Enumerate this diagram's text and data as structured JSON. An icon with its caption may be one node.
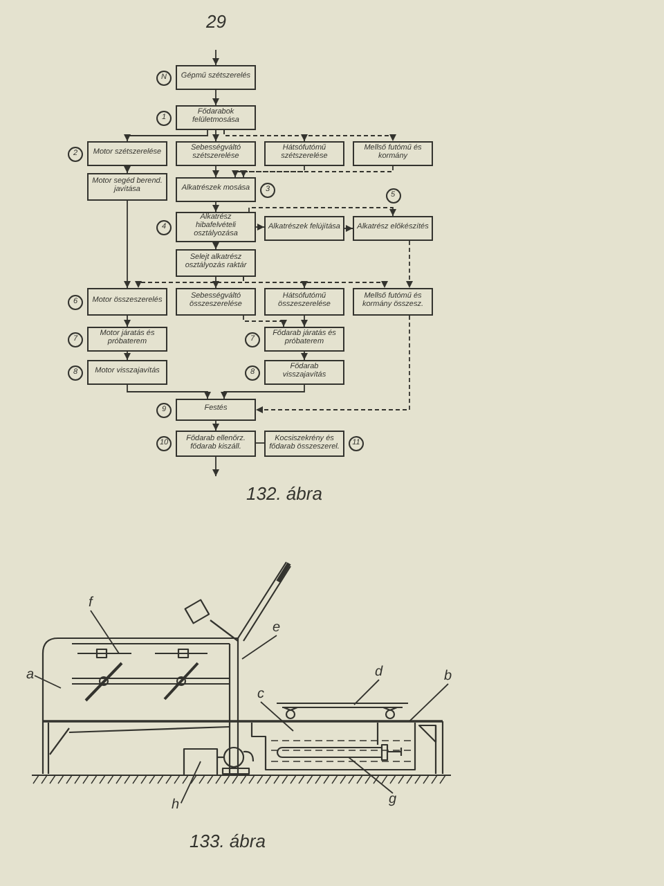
{
  "diagram": {
    "nodes": [
      {
        "text": [
          "Gépmű szétszerelés"
        ],
        "beside": [
          "N"
        ]
      },
      {
        "text": [
          "Fődarabok felületmosása"
        ],
        "beside": [
          "1"
        ]
      },
      {
        "text": [
          "Motor szétszerelése"
        ],
        "beside": [
          "2"
        ]
      },
      {
        "text": [
          "Sebességváltó szétszerelése"
        ]
      },
      {
        "text": [
          "Hátsófutómű szétszerelése"
        ]
      },
      {
        "text": [
          "Mellső futómű és kormány"
        ]
      },
      {
        "text": [
          "Motor segéd berend. javítása"
        ]
      },
      {
        "text": [
          "Alkatrészek mosása"
        ],
        "beside": [
          "3"
        ]
      },
      {
        "text": [
          "Alkatrész hibafelvételi osztályozása"
        ],
        "beside": [
          "4"
        ]
      },
      {
        "text": [
          "Alkatrészek felújítása"
        ]
      },
      {
        "text": [
          "Alkatrész előkészítés"
        ],
        "beside": [
          "5"
        ]
      },
      {
        "text": [
          "Selejt alkatrész osztályozás raktár"
        ]
      },
      {
        "text": [
          "Motor összeszerelés"
        ],
        "beside": [
          "6"
        ]
      },
      {
        "text": [
          "Sebességváltó összeszerelése"
        ]
      },
      {
        "text": [
          "Hátsófutómű összeszerelése"
        ]
      },
      {
        "text": [
          "Mellső futómű és kormány összesz."
        ]
      },
      {
        "text": [
          "Motor járatás és próbaterem"
        ],
        "beside": [
          "7"
        ]
      },
      {
        "text": [
          "Fődarab járatás és próbaterem"
        ],
        "beside": [
          "7"
        ]
      },
      {
        "text": [
          "Motor visszajavítás"
        ],
        "beside": [
          "8"
        ]
      },
      {
        "text": [
          "Fődarab visszajavítás"
        ],
        "beside": [
          "8"
        ]
      },
      {
        "text": [
          "Festés"
        ],
        "beside": [
          "9"
        ]
      },
      {
        "text": [
          "Fődarab ellenőrz. fődarab kiszáll."
        ],
        "beside": [
          "10"
        ]
      },
      {
        "text": [
          "Kocsiszekrény és fődarab összeszerel."
        ],
        "beside": [
          "11"
        ]
      },
      {
        "text": [
          "f"
        ]
      },
      {
        "text": [
          "e"
        ]
      },
      {
        "text": [
          "a"
        ]
      },
      {
        "text": [
          "d"
        ]
      },
      {
        "text": [
          "b"
        ]
      },
      {
        "text": [
          "c"
        ]
      },
      {
        "text": [
          "g"
        ]
      },
      {
        "text": [
          "h"
        ]
      }
    ],
    "edges": [
      {
        "from": null,
        "to": 0,
        "arrow": "to"
      },
      {
        "from": 0,
        "to": 1,
        "arrow": "to"
      },
      {
        "from": 1,
        "to": 2,
        "arrow": "to"
      },
      {
        "from": 1,
        "to": 3,
        "arrow": "to",
        "style": "dashed"
      },
      {
        "from": 1,
        "to": 4,
        "arrow": "to",
        "style": "dashed"
      },
      {
        "from": 1,
        "to": 5,
        "arrow": "to",
        "style": "dashed"
      },
      {
        "from": 2,
        "to": 6,
        "arrow": "to"
      },
      {
        "from": 3,
        "to": 7,
        "arrow": "to"
      },
      {
        "from": 4,
        "to": 7,
        "arrow": "to",
        "style": "dashed"
      },
      {
        "from": 5,
        "to": 7,
        "arrow": "to",
        "style": "dashed"
      },
      {
        "from": 7,
        "to": 8,
        "arrow": "to"
      },
      {
        "from": 8,
        "to": 9,
        "arrow": "to"
      },
      {
        "from": 9,
        "to": 10,
        "arrow": "to"
      },
      {
        "from": 8,
        "to": 10,
        "arrow": "to",
        "style": "dashed"
      },
      {
        "from": 8,
        "to": 11,
        "arrow": "to"
      },
      {
        "from": 6,
        "to": 12,
        "arrow": "to"
      },
      {
        "from": 11,
        "to": 12,
        "arrow": "to",
        "style": "dashed"
      },
      {
        "from": 11,
        "to": 13,
        "arrow": "to"
      },
      {
        "from": 11,
        "to": 14,
        "arrow": "to",
        "style": "dashed"
      },
      {
        "from": 11,
        "to": 15,
        "arrow": "to",
        "style": "dashed"
      },
      {
        "from": 12,
        "to": 16,
        "arrow": "to"
      },
      {
        "from": 13,
        "to": 17,
        "arrow": "to",
        "style": "dashed"
      },
      {
        "from": 14,
        "to": 17,
        "arrow": "to"
      },
      {
        "from": 16,
        "to": 18,
        "arrow": "to"
      },
      {
        "from": 17,
        "to": 19,
        "arrow": "to"
      },
      {
        "from": 18,
        "to": 20,
        "arrow": "to"
      },
      {
        "from": 19,
        "to": 20,
        "arrow": "to"
      },
      {
        "from": 10,
        "to": 15,
        "arrow": "to",
        "style": "dashed"
      },
      {
        "from": 15,
        "to": 20,
        "arrow": "to",
        "style": "dashed"
      },
      {
        "from": 20,
        "to": 21,
        "arrow": "to"
      },
      {
        "from": 21,
        "to": 22,
        "arrow": "none"
      },
      {
        "from": 21,
        "to": null,
        "arrow": "to"
      },
      {
        "from": 23,
        "to": null,
        "arrow": "none"
      },
      {
        "from": 24,
        "to": null,
        "arrow": "none"
      },
      {
        "from": 25,
        "to": null,
        "arrow": "none"
      },
      {
        "from": 26,
        "to": null,
        "arrow": "none"
      },
      {
        "from": 27,
        "to": null,
        "arrow": "none"
      },
      {
        "from": 28,
        "to": null,
        "arrow": "none"
      },
      {
        "from": 29,
        "to": null,
        "arrow": "none"
      },
      {
        "from": 30,
        "to": null,
        "arrow": "none"
      }
    ],
    "labels": [
      "29",
      "132. ábra",
      "133. ábra"
    ]
  }
}
